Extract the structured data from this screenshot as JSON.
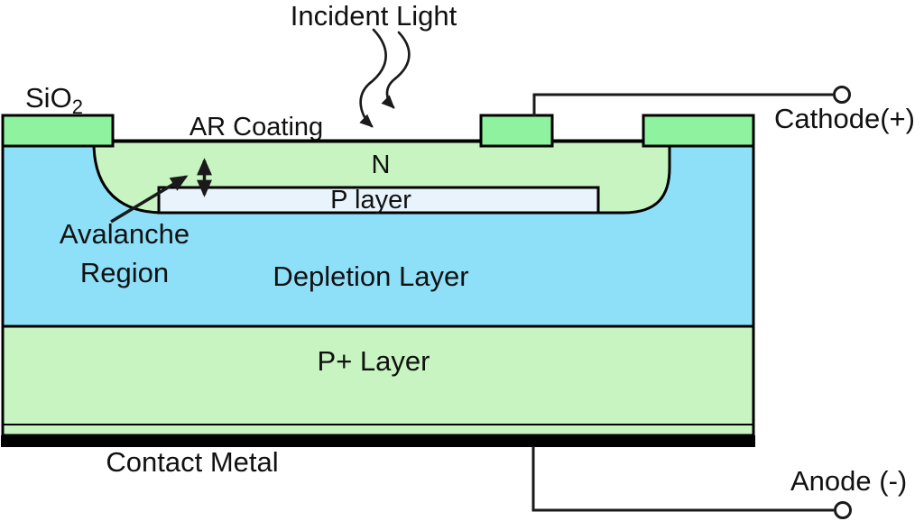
{
  "labels": {
    "incident_light": "Incident Light",
    "sio2_base": "SiO",
    "sio2_subscript": "2",
    "ar_coating": "AR Coating",
    "n_region": "N",
    "p_layer": "P layer",
    "avalanche_line1": "Avalanche",
    "avalanche_line2": "Region",
    "depletion_layer": "Depletion Layer",
    "p_plus_layer": "P+ Layer",
    "contact_metal": "Contact Metal",
    "cathode_terminal": "Cathode(+)",
    "anode_terminal": "Anode (-)"
  },
  "colors": {
    "contact_pad_green": "#8ff29e",
    "semiconductor_green": "#c8f4c1",
    "depletion_blue": "#8ee0f9",
    "p_layer_fill": "#e8f3fc",
    "metal_black": "#000000",
    "outline": "#000000",
    "wire": "#1a1a1a",
    "terminal_fill": "#ffffff",
    "background": "#ffffff",
    "text": "#111111"
  }
}
